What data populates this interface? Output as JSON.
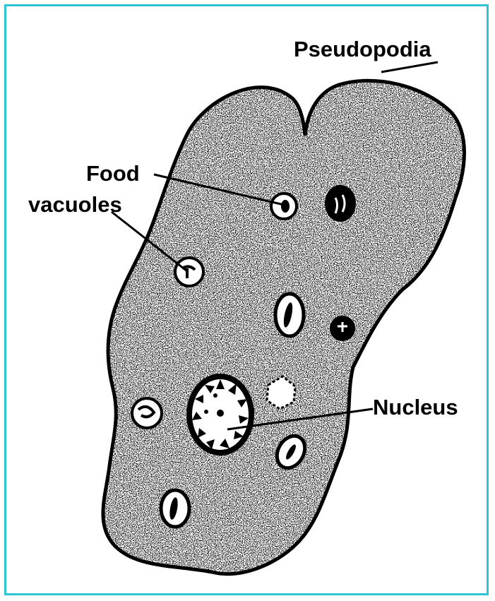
{
  "diagram": {
    "colors": {
      "border": "#2ec4d6",
      "ink": "#000000",
      "background": "#ffffff"
    },
    "labels": {
      "pseudopodia": "Pseudopodia",
      "food_line1": "Food",
      "food_line2": "vacuoles",
      "nucleus": "Nucleus"
    }
  }
}
